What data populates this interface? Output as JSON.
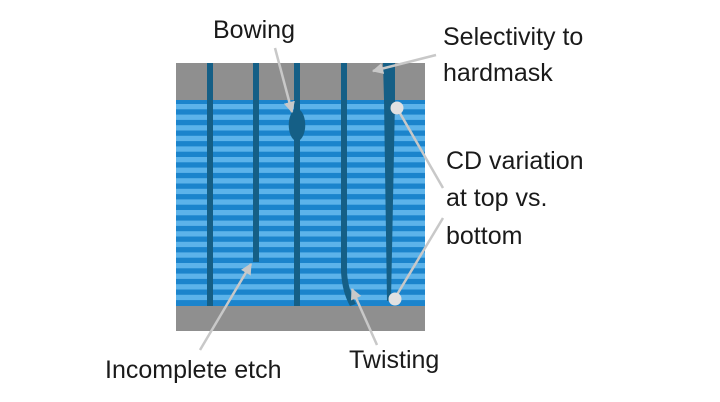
{
  "labels": {
    "bowing": "Bowing",
    "selectivity_line1": "Selectivity to",
    "selectivity_line2": "hardmask",
    "cd_line1": "CD variation",
    "cd_line2": "at top vs.",
    "cd_line3": "bottom",
    "incomplete": "Incomplete etch",
    "twisting": "Twisting"
  },
  "colors": {
    "hardmask": "#8f8f8f",
    "layer_dark": "#1b84cc",
    "layer_light": "#5cb3ea",
    "etch_channel": "#155f86",
    "arrow": "#c8c8c8",
    "text": "#1a1a1a"
  }
}
